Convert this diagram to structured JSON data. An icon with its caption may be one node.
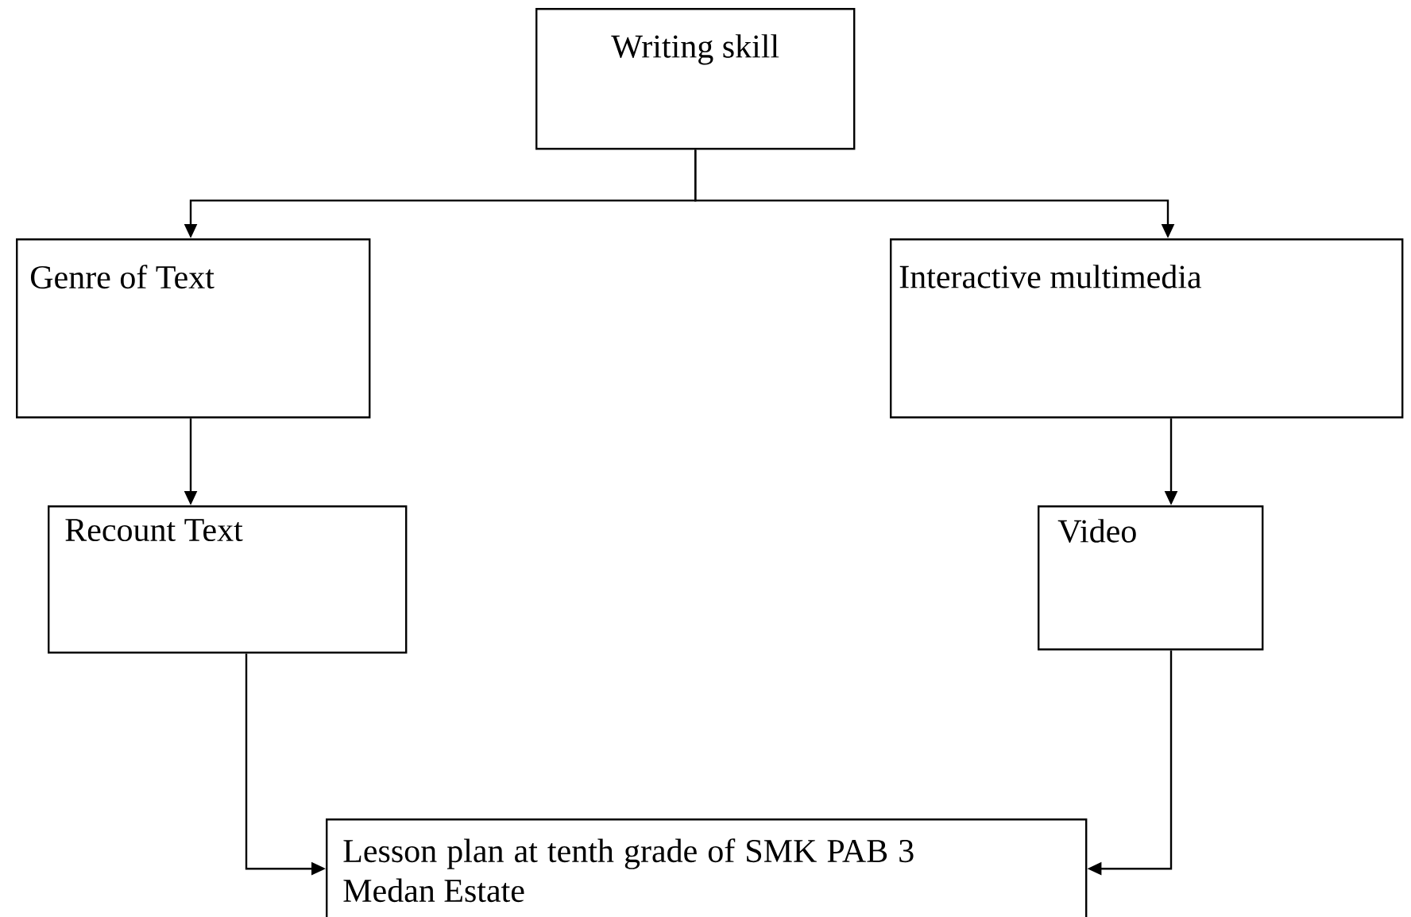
{
  "diagram": {
    "nodes": [
      {
        "text": [
          "Writing skill"
        ]
      },
      {
        "text": [
          "Genre of Text"
        ]
      },
      {
        "text": [
          "Interactive multimedia"
        ]
      },
      {
        "text": [
          "Recount Text"
        ]
      },
      {
        "text": [
          "Video"
        ]
      },
      {
        "text": [
          "Lesson plan at tenth grade of SMK PAB 3 Medan Estate"
        ]
      }
    ],
    "edges": [
      {
        "from": 0,
        "to": 1,
        "arrow": "to"
      },
      {
        "from": 0,
        "to": 2,
        "arrow": "to"
      },
      {
        "from": 1,
        "to": 3,
        "arrow": "to"
      },
      {
        "from": 2,
        "to": 4,
        "arrow": "to"
      },
      {
        "from": 3,
        "to": 5,
        "arrow": "to"
      },
      {
        "from": 4,
        "to": 5,
        "arrow": "to"
      }
    ]
  }
}
